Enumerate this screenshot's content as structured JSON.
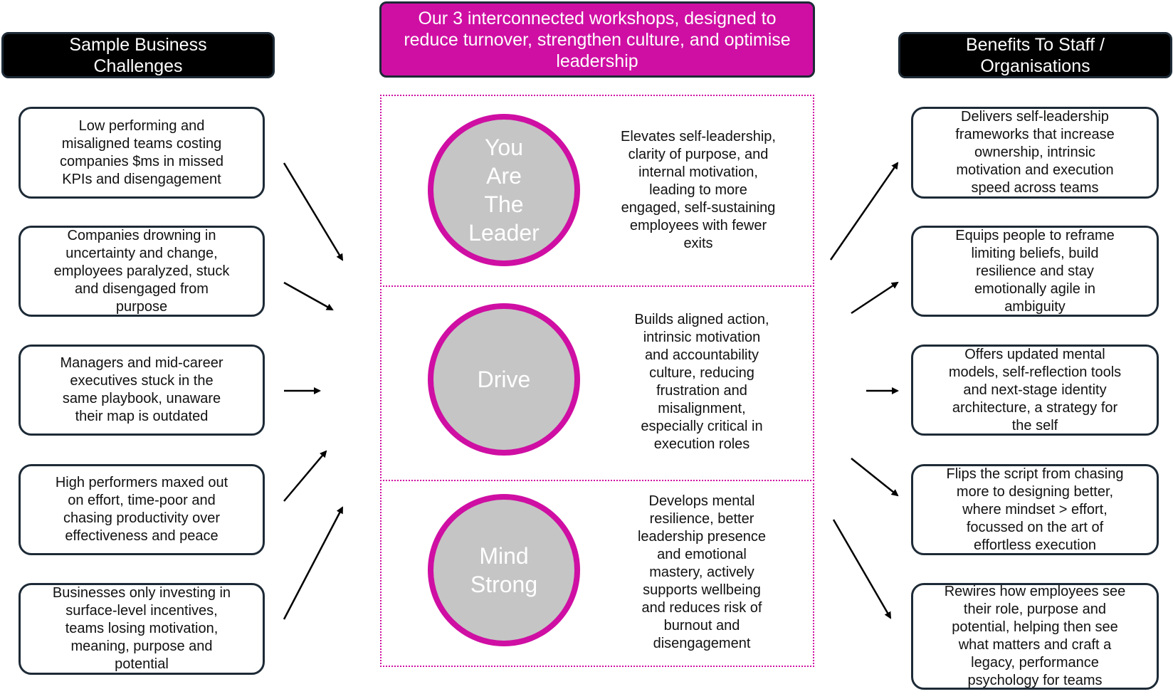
{
  "headers": {
    "challenges": "Sample Business\nChallenges",
    "workshops": "Our 3 interconnected workshops, designed to reduce turnover, strengthen culture, and optimise leadership",
    "benefits": "Benefits To Staff /\nOrganisations"
  },
  "challenges": [
    "Low performing and\nmisaligned teams costing\ncompanies $ms in missed\nKPIs and disengagement",
    "Companies drowning in\nuncertainty and change,\nemployees paralyzed, stuck\nand disengaged from\npurpose",
    "Managers and mid-career\nexecutives stuck in the\nsame playbook, unaware\ntheir map is outdated",
    "High performers maxed out\non effort, time-poor and\nchasing productivity over\neffectiveness and peace",
    "Businesses only investing in\nsurface-level incentives,\nteams losing motivation,\nmeaning, purpose and\npotential"
  ],
  "workshops": [
    {
      "name": "You\nAre\nThe\nLeader",
      "description": "Elevates self-leadership,\nclarity of purpose, and\ninternal motivation,\nleading to more\nengaged, self-sustaining\nemployees with fewer\nexits"
    },
    {
      "name": "Drive",
      "description": "Builds aligned action,\nintrinsic motivation\nand accountability\nculture, reducing\nfrustration and\nmisalignment,\nespecially critical in\nexecution roles"
    },
    {
      "name": "Mind\nStrong",
      "description": "Develops mental\nresilience, better\nleadership presence\nand emotional\nmastery, actively\nsupports wellbeing\nand reduces risk of\nburnout and\ndisengagement"
    }
  ],
  "benefits": [
    "Delivers self-leadership\nframeworks that increase\nownership, intrinsic\nmotivation and execution\nspeed across teams",
    "Equips people to reframe\nlimiting beliefs, build\nresilience and stay\nemotionally agile in\nambiguity",
    "Offers updated mental\nmodels, self-reflection tools\nand next-stage identity\narchitecture, a strategy for\nthe self",
    "Flips the script from chasing\nmore to designing better,\nwhere mindset > effort,\nfocussed on the art of\neffortless execution",
    "Rewires how employees see\ntheir role, purpose and\npotential, helping then see\nwhat matters and craft a\nlegacy, performance\npsychology for teams"
  ],
  "colors": {
    "accent": "#cf0fa3",
    "circle_fill": "#c5c5c5",
    "header_black": "#000000",
    "border": "#1d2a36"
  }
}
